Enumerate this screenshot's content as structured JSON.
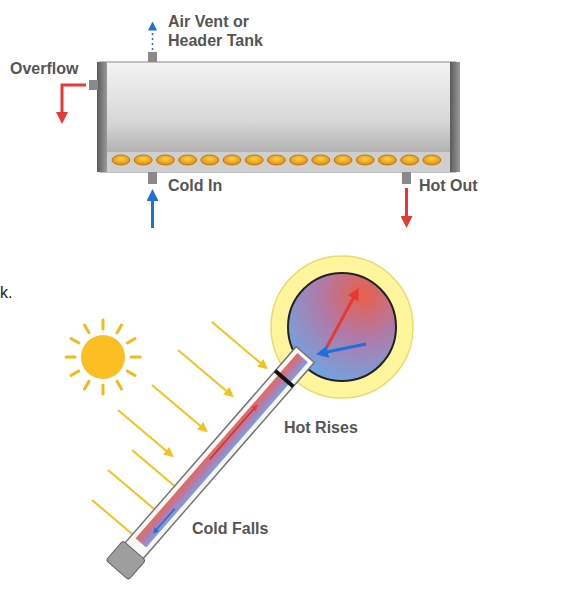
{
  "diagram": {
    "labels": [
      "Air Vent or Header Tank",
      "Overflow",
      "Cold In",
      "Hot Out",
      "k.",
      "Hot Rises",
      "Cold Falls"
    ]
  }
}
